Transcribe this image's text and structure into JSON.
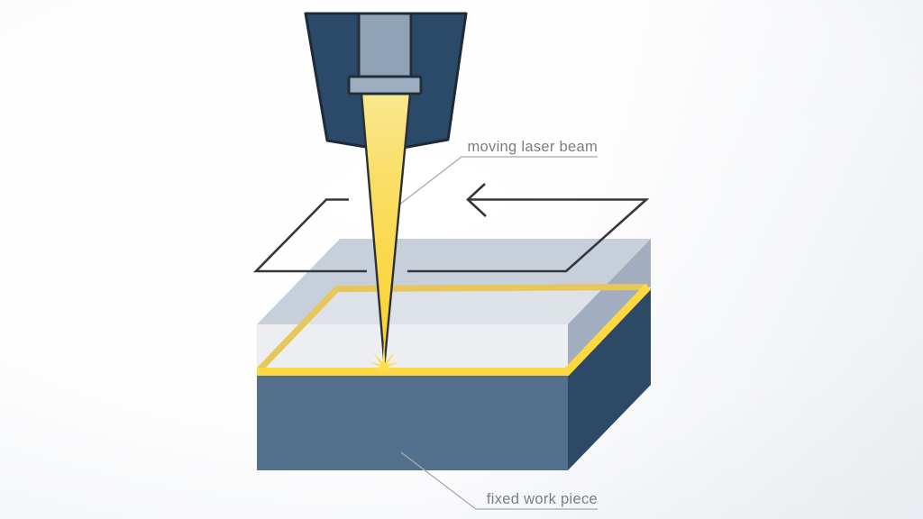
{
  "diagram": {
    "type": "technical-illustration",
    "subject": "laser processing of a work piece",
    "labels": {
      "moving_beam": "moving laser beam",
      "fixed_piece": "fixed work piece"
    },
    "parts": [
      "laser-head",
      "lens-barrel",
      "focus-collar",
      "laser-beam",
      "beam-travel-arrow",
      "cut-trace",
      "spark-burst",
      "work-piece"
    ],
    "colors": {
      "head_housing": "#2b4a6a",
      "head_outline": "#1e2a38",
      "lens_barrel": "#90a3b6",
      "focus_collar": "#9cafc0",
      "beam_top": "#f8e88e",
      "beam_tip": "#fdd02c",
      "beam_outline": "#2b3038",
      "cut_trace_bright": "#fed841",
      "cut_trace_muted": "#e7c65a",
      "spark": "#ffdf48",
      "workpiece_front": "#53708d",
      "workpiece_side": "#2c4966",
      "slab_top": "#c7cfda",
      "slab_front": "#eceef2",
      "slab_side": "#a2aec0",
      "slab_inner": "#dde2e9",
      "arrow_line": "#34383d",
      "leader_line": "#a7a9ac",
      "label_text": "#7b7d80"
    }
  }
}
